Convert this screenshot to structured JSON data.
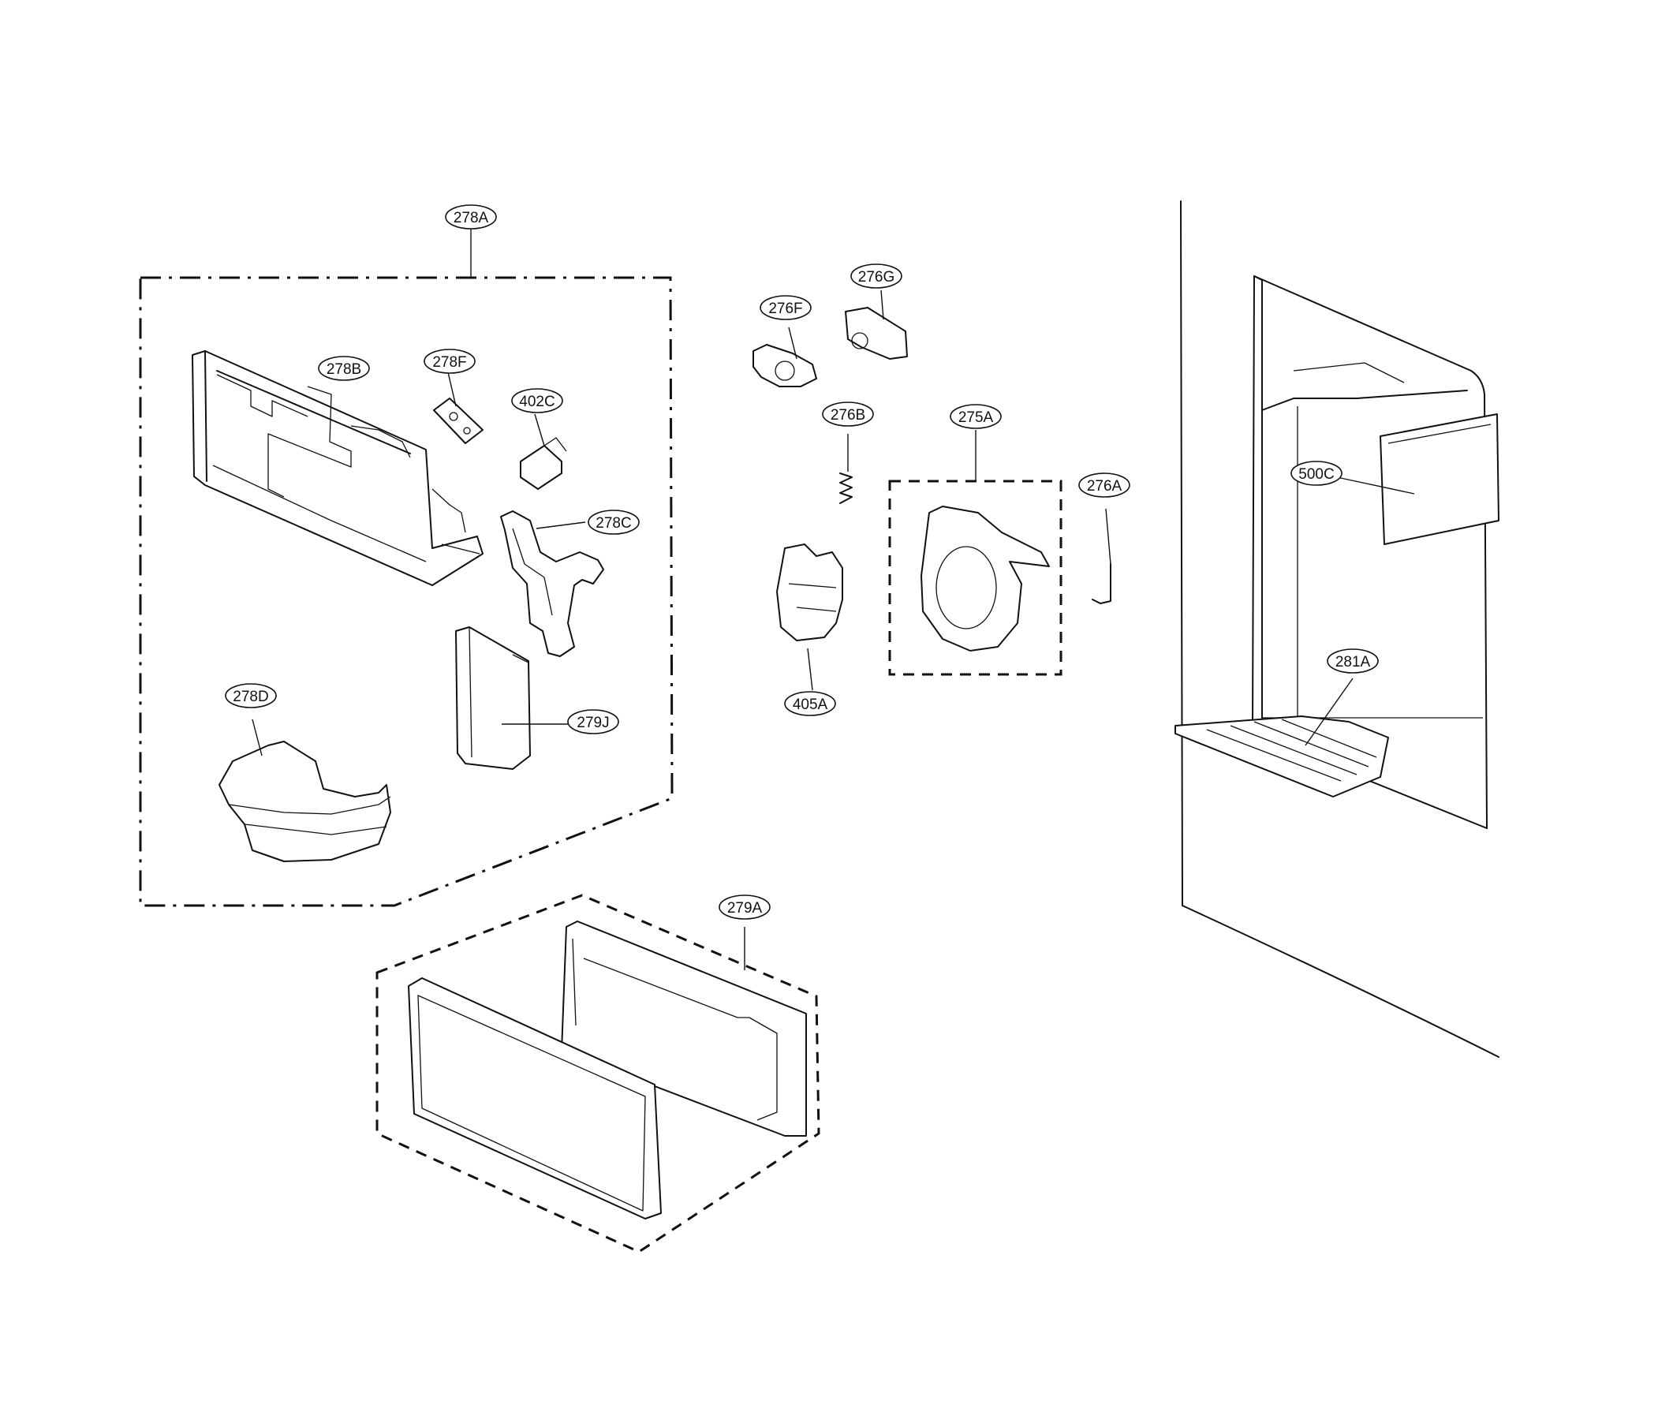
{
  "callouts": {
    "c278A": "278A",
    "c278B": "278B",
    "c278F": "278F",
    "c402C": "402C",
    "c278C": "278C",
    "c278D": "278D",
    "c279J": "279J",
    "c279A": "279A",
    "c276F": "276F",
    "c276G": "276G",
    "c276B": "276B",
    "c275A": "275A",
    "c276A": "276A",
    "c405A": "405A",
    "c500C": "500C",
    "c281A": "281A"
  }
}
